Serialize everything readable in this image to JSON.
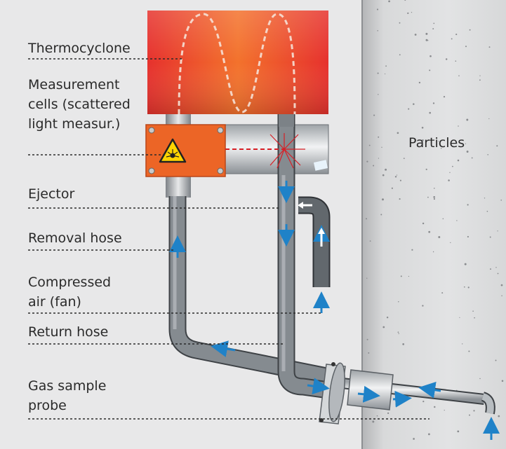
{
  "labels": {
    "thermocyclone": "Thermocyclone",
    "measurement_line1": "Measurement",
    "measurement_line2": "cells (scattered",
    "measurement_line3": "light measur.)",
    "ejector": "Ejector",
    "removal_hose": "Removal hose",
    "compressed_line1": "Compressed",
    "compressed_line2": "air (fan)",
    "return_hose": "Return hose",
    "probe_line1": "Gas sample",
    "probe_line2": "probe",
    "particles": "Particles"
  },
  "icons": {
    "laser_warning": "laser-warning-icon",
    "flow_arrow": "flow-arrow-icon"
  },
  "colors": {
    "heater_hot": "#e8332a",
    "heater_warm": "#f08030",
    "cell_box": "#ec6526",
    "pipe": "#6f767c",
    "flow_arrow": "#1f82c8",
    "laser": "#d81f26",
    "wall": "#cfd0d2",
    "background": "#e8e8e9"
  }
}
